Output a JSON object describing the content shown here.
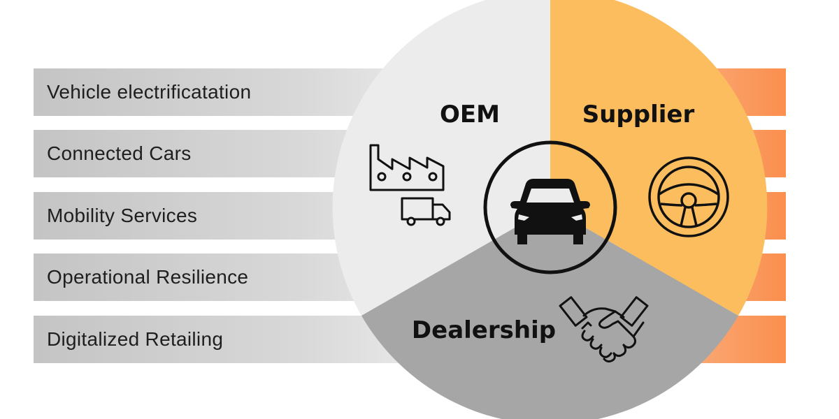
{
  "items": [
    "Vehicle electrificatation",
    "Connected Cars",
    "Mobility Services",
    "Operational Resilience",
    "Digitalized Retailing"
  ],
  "segments": {
    "oem": {
      "label": "OEM",
      "color": "#ececec",
      "icon": "factory-icon"
    },
    "supplier": {
      "label": "Supplier",
      "color": "#fbbd5e",
      "icon": "steering-wheel-icon"
    },
    "dealership": {
      "label": "Dealership",
      "color": "#a6a6a6",
      "icon": "handshake-icon"
    }
  },
  "center_icon": "car-icon",
  "truck_icon": "truck-icon"
}
